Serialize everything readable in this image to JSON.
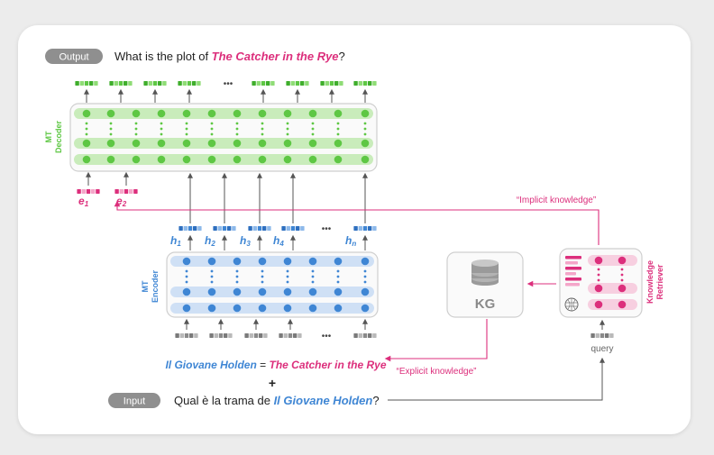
{
  "colors": {
    "green": "#5ec744",
    "green_band": "#c9ecbb",
    "blue": "#3f86d4",
    "blue_band": "#cfe0f5",
    "pink": "#dc2f7c",
    "pink_band": "#f7cfe0",
    "gray_chip": "#8a8a8a"
  },
  "output": {
    "chip": "Output",
    "prefix": "What is the plot of ",
    "title": "The Catcher in the Rye",
    "suffix": "?"
  },
  "input": {
    "chip": "Input",
    "prefix": "Qual è la trama de ",
    "title": "Il Giovane Holden",
    "suffix": "?"
  },
  "decoder": {
    "label_line1": "MT",
    "label_line2": "Decoder",
    "ellipsis": "•••",
    "entity_labels": [
      {
        "letter": "e",
        "sub": "1"
      },
      {
        "letter": "e",
        "sub": "2"
      }
    ]
  },
  "encoder": {
    "label_line1": "MT",
    "label_line2": "Encoder",
    "ellipsis": "•••",
    "hidden_labels": [
      {
        "letter": "h",
        "sub": "1"
      },
      {
        "letter": "h",
        "sub": "2"
      },
      {
        "letter": "h",
        "sub": "3"
      },
      {
        "letter": "h",
        "sub": "4"
      },
      {
        "letter": "h",
        "sub": "n"
      }
    ]
  },
  "alignment": {
    "source": "Il Giovane Holden",
    "equals": " = ",
    "target": "The Catcher in the Rye"
  },
  "plus": "+",
  "kg": {
    "label": "KG"
  },
  "retriever": {
    "label_line1": "Knowledge",
    "label_line2": "Retriever"
  },
  "query": {
    "label": "query"
  },
  "implicit": {
    "label": "“Implicit knowledge”"
  },
  "explicit": {
    "label": "“Explicit knowledge”"
  }
}
